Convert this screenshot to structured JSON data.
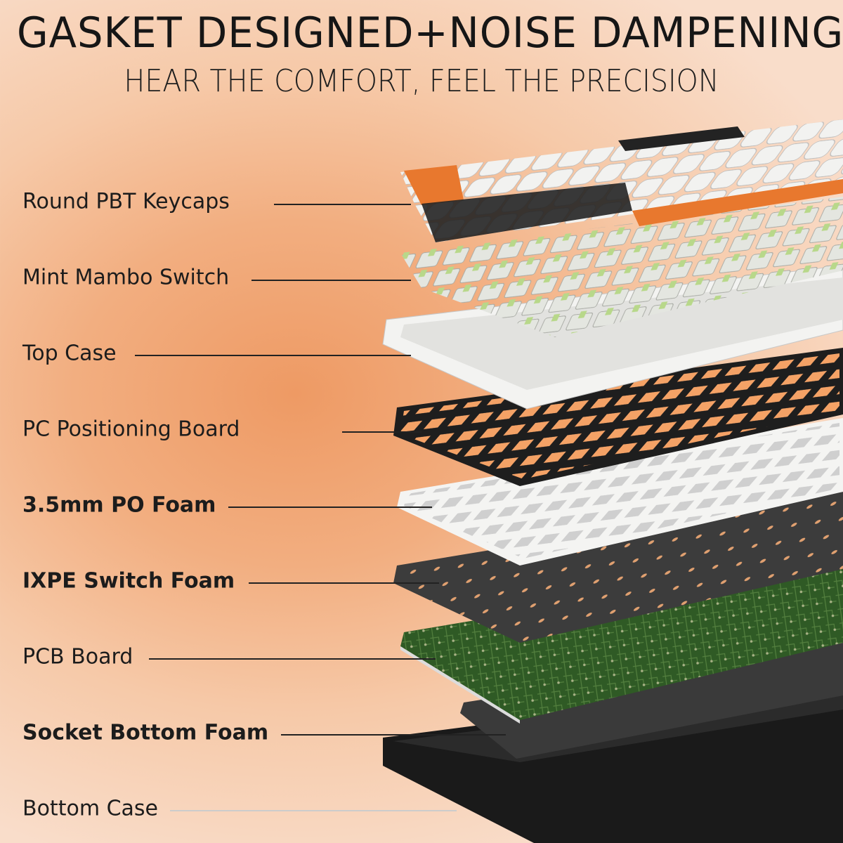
{
  "title": "GASKET DESIGNED+NOISE DAMPENING",
  "subtitle": "HEAR THE COMFORT, FEEL THE PRECISION",
  "layers": [
    {
      "label": "Round PBT Keycaps",
      "bold": false
    },
    {
      "label": "Mint Mambo Switch",
      "bold": false
    },
    {
      "label": "Top Case",
      "bold": false
    },
    {
      "label": "PC Positioning Board",
      "bold": false
    },
    {
      "label": "3.5mm PO Foam",
      "bold": true
    },
    {
      "label": "IXPE Switch Foam",
      "bold": true
    },
    {
      "label": "PCB Board",
      "bold": false
    },
    {
      "label": "Socket Bottom Foam",
      "bold": true
    },
    {
      "label": "Bottom Case",
      "bold": false
    }
  ],
  "colors": {
    "accent": "#e8782e",
    "switch_stem": "#b8d88a",
    "pcb": "#2f5a25"
  }
}
